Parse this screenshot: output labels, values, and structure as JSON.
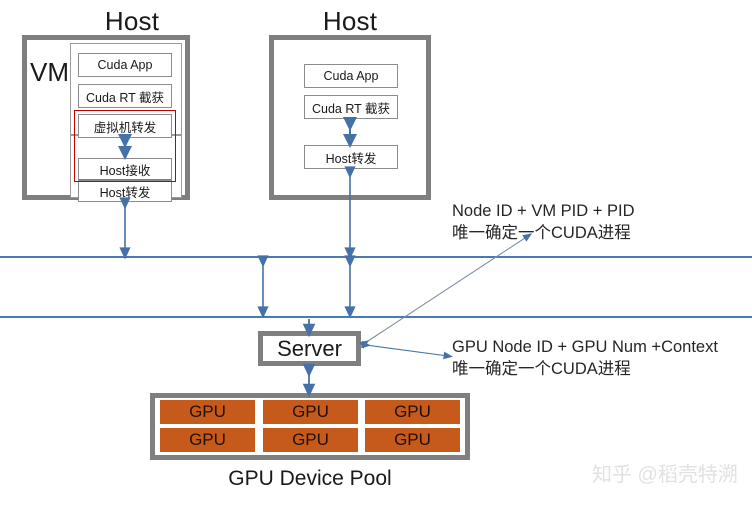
{
  "diagram": {
    "title_left": "Host",
    "title_right": "Host",
    "vm_label": "VM",
    "left_host": {
      "blocks": [
        {
          "label": "Cuda App"
        },
        {
          "label": "Cuda RT 截获"
        },
        {
          "label": "虚拟机转发"
        },
        {
          "label": "Host接收"
        },
        {
          "label": "Host转发"
        }
      ]
    },
    "right_host": {
      "blocks": [
        {
          "label": "Cuda App"
        },
        {
          "label": "Cuda RT 截获"
        },
        {
          "label": "Host转发"
        }
      ]
    },
    "server": {
      "label": "Server"
    },
    "gpu_pool": {
      "caption": "GPU Device Pool",
      "cells": [
        {
          "label": "GPU"
        },
        {
          "label": "GPU"
        },
        {
          "label": "GPU"
        },
        {
          "label": "GPU"
        },
        {
          "label": "GPU"
        },
        {
          "label": "GPU"
        }
      ]
    },
    "annotations": [
      {
        "line1": "Node ID + VM PID + PID",
        "line2": "唯一确定一个CUDA进程"
      },
      {
        "line1": "GPU Node ID + GPU Num +Context",
        "line2": "唯一确定一个CUDA进程"
      }
    ],
    "watermark": "知乎 @稻壳特溯",
    "colors": {
      "box_border": "#7f7f7f",
      "panel_border": "#9b9b9b",
      "highlight": "#c00000",
      "gpu_fill": "#c55a1b",
      "arrow": "#4472a8",
      "net_line": "#4a7ab0",
      "text": "#1a1a1a"
    }
  }
}
